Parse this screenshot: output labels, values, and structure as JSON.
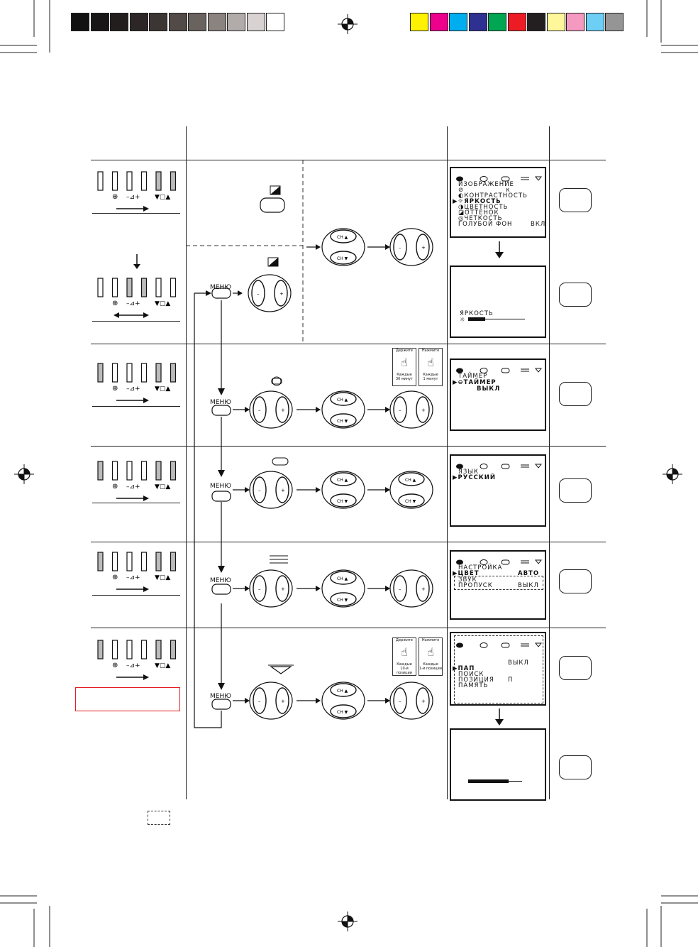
{
  "colors": {
    "grayscale_bar": [
      "#111111",
      "#181616",
      "#221e1e",
      "#2c2626",
      "#3b3533",
      "#514a47",
      "#6a625e",
      "#8b8380",
      "#b1abaa",
      "#d8d3d2",
      "#ffffff"
    ],
    "color_bar": [
      "#fff200",
      "#ec008c",
      "#00aeef",
      "#2e3192",
      "#00a651",
      "#ed1c24",
      "#231f20",
      "#fff799",
      "#f49ac1",
      "#6dcff6",
      "#959595"
    ],
    "warning_box_border": "#e31e24"
  },
  "icons": {
    "registration": "crosshair-registration-icon",
    "picture": "picture-half-square-icon",
    "timer": "timer-clock-icon",
    "language": "rounded-rect-icon",
    "setup": "setup-arrows-icon",
    "features": "triangle-feature-icon"
  },
  "menu_button_label": "МЕНЮ",
  "ch_up_label": "CH",
  "ch_down_label": "CH",
  "hold_hint": {
    "title": "Держите",
    "each": "Каждые",
    "period_30": "30 минут",
    "period_pos": "10-й позиции"
  },
  "press_hint": {
    "title": "Нажмите",
    "each": "Каждые",
    "period_1": "1 минут",
    "period_pos": "1-й позиции"
  },
  "screens": {
    "picture": {
      "title": "ИЗОБРАЖЕНИЕ",
      "item_contrast": "КОНТРАСТНОСТЬ",
      "item_brightness": "ЯРКОСТЬ",
      "item_color": "ЦВЕТНОСТЬ",
      "item_tint": "ОТТЕНОК",
      "item_sharpness": "ЧЕТКОСТЬ",
      "item_bluebg": "ГОЛУБОЙ ФОН",
      "item_bluebg_value": "ВКЛ",
      "pointer": "▶"
    },
    "brightness_bar": {
      "label": "ЯРКОСТЬ",
      "level": 0.3
    },
    "timer": {
      "title": "ТАЙМЕР",
      "item": "ТАЙМЕР",
      "value": "ВЫКЛ",
      "pointer": "▶"
    },
    "language": {
      "title": "ЯЗЫК",
      "item": "РУССКИЙ",
      "pointer": "▶"
    },
    "setup": {
      "title": "НАСТРОЙКА",
      "item_color": "ЦВЕТ",
      "item_color_value": "АВТО",
      "item_sound": "ЗВУК",
      "item_skip": "ПРОПУСК",
      "item_skip_value": "ВЫКЛ",
      "pointer": "▶"
    },
    "features": {
      "item_pap": "ПАП",
      "item_pap_value": "ВЫКЛ",
      "item_search": "ПОИСК",
      "item_position": "ПОЗИЦИЯ",
      "item_position_value": "П",
      "item_memory": "ПАМЯТЬ",
      "pointer": "▶"
    },
    "features_bar": {
      "level": 0.75
    }
  }
}
